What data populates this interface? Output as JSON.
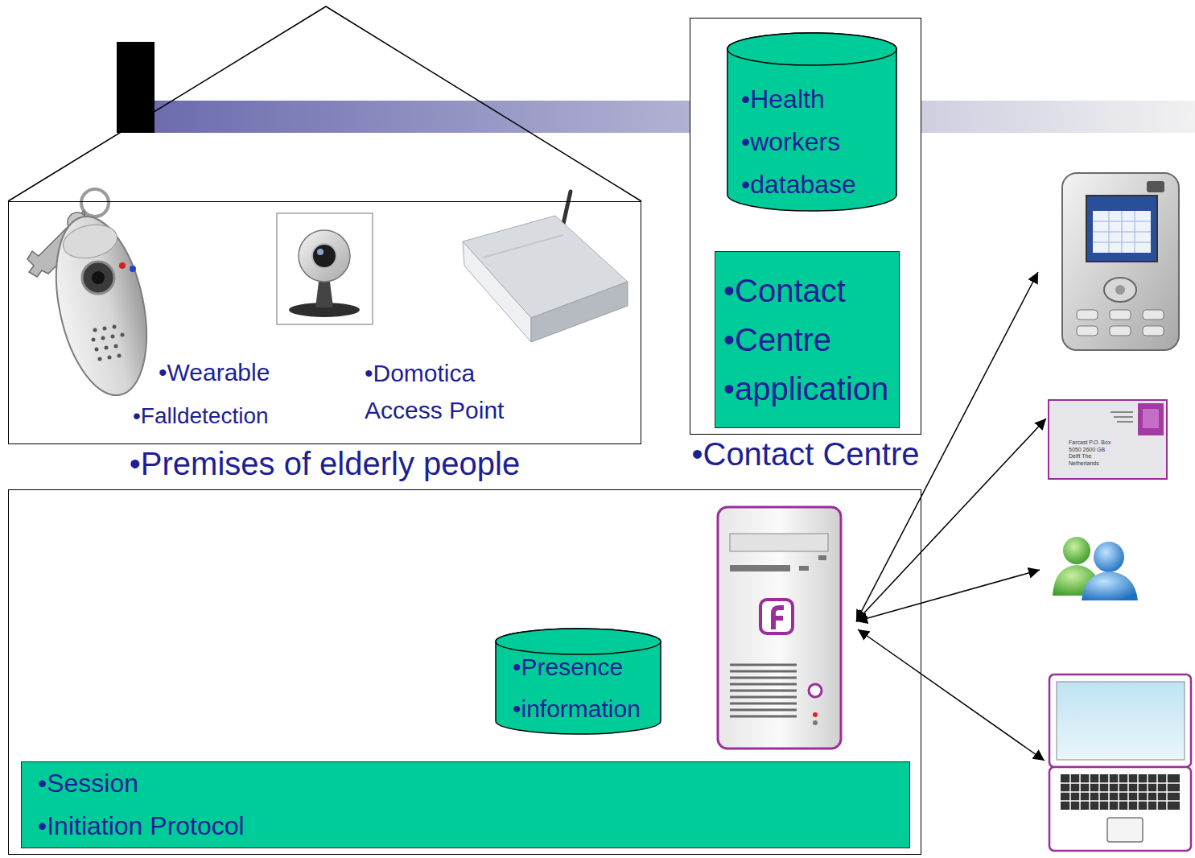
{
  "diagram": {
    "nodes": [
      {
        "text": [
          "•Premises of elderly people"
        ]
      },
      {
        "text": [
          "•Contact Centre"
        ]
      },
      {
        "text": [
          "•Health",
          "•workers",
          "•database"
        ],
        "in": 1
      },
      {
        "text": [
          "•Contact",
          "•Centre",
          "•application"
        ],
        "in": 1
      },
      {
        "text": []
      },
      {
        "text": [
          "•Presence",
          "•information"
        ],
        "in": 4
      },
      {
        "text": [
          "•Session",
          "•Initiation Protocol"
        ],
        "in": 4
      }
    ],
    "labels": [
      "•Wearable",
      "•Falldetection",
      "•Domotica Access Point",
      "Farcast P.O. Box 5050 2600 GB Delft The Netherlands"
    ]
  }
}
